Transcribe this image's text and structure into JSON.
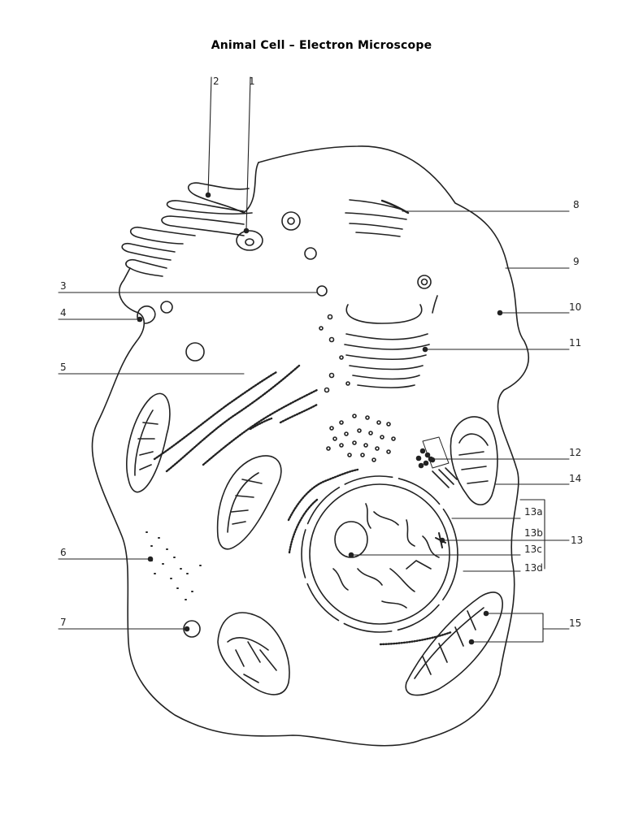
{
  "title": "Animal Cell – Electron Microscope",
  "labels": {
    "l1": "1",
    "l2": "2",
    "l3": "3",
    "l4": "4",
    "l5": "5",
    "l6": "6",
    "l7": "7",
    "l8": "8",
    "l9": "9",
    "l10": "10",
    "l11": "11",
    "l12": "12",
    "l13": "13",
    "l13a": "13a",
    "l13b": "13b",
    "l13c": "13c",
    "l13d": "13d",
    "l14": "14",
    "l15": "15"
  },
  "colors": {
    "ink": "#222222",
    "background": "#ffffff"
  }
}
